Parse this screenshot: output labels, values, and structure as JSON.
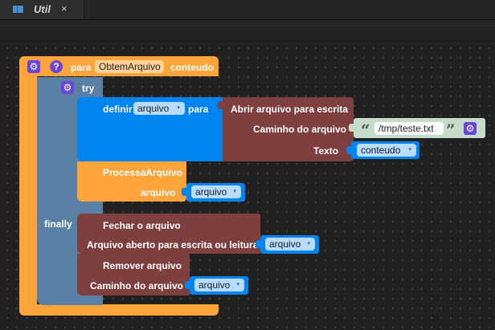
{
  "tab": {
    "title": "Util",
    "close_glyph": "×",
    "icon": "book-icon"
  },
  "colors": {
    "procedure": "#ffa43a",
    "try_block": "#5b80a5",
    "definir": "#0084f0",
    "abrir": "#7e3f3f",
    "string": "#c4ddc8",
    "variable": "#0084f0",
    "gear": "#6a46d8"
  },
  "procedure": {
    "gear_glyph": "⚙",
    "help_glyph": "?",
    "prefix": "para",
    "name": "ObtemArquivo",
    "param": "conteudo"
  },
  "try": {
    "gear_glyph": "⚙",
    "label": "try",
    "finally_label": "finally"
  },
  "definir": {
    "label": "definir",
    "var": "arquivo",
    "to": "para"
  },
  "abrir": {
    "title": "Abrir arquivo para escrita",
    "path_label": "Caminho do arquivo",
    "path_value": "/tmp/teste.txt",
    "text_label": "Texto",
    "text_var": "conteudo",
    "gear_glyph": "⚙"
  },
  "processa": {
    "title": "ProcessaArquivo",
    "arg_label": "arquivo",
    "arg_var": "arquivo"
  },
  "fechar": {
    "title": "Fechar o arquivo",
    "arg_label": "Arquivo aberto para escrita ou leitura",
    "arg_var": "arquivo"
  },
  "remover": {
    "title": "Remover arquivo",
    "arg_label": "Caminho do arquivo",
    "arg_var": "arquivo"
  },
  "caret_glyph": "▾",
  "quote_open": "“",
  "quote_close": "”"
}
